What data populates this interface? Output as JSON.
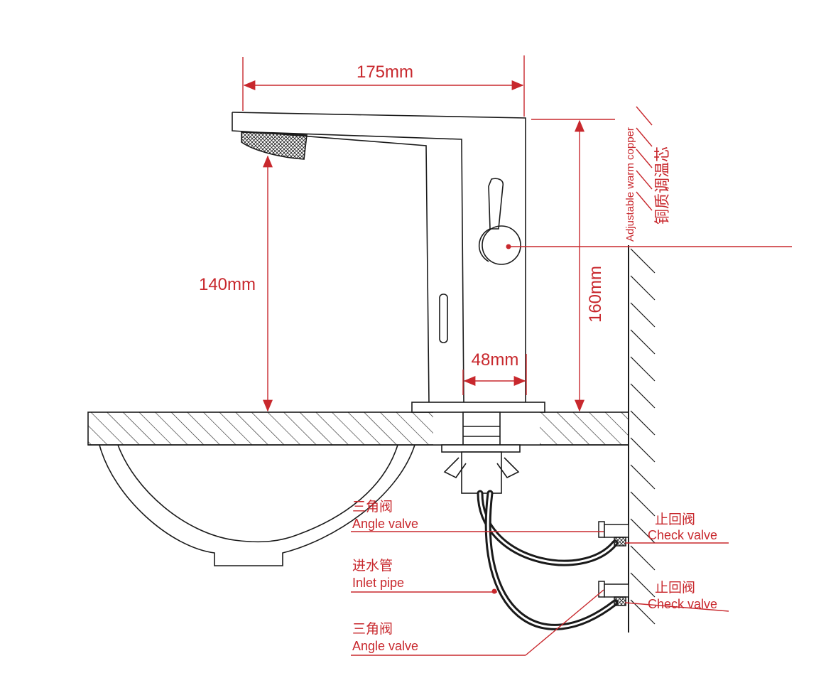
{
  "dimensions": {
    "width_label": "175mm",
    "spout_height_label": "140mm",
    "body_height_label": "160mm",
    "base_width_label": "48mm"
  },
  "callouts": {
    "cartridge_en": "Adjustable warm copper",
    "cartridge_cn": "铜质调温芯",
    "angle_valve_upper_cn": "三角阀",
    "angle_valve_upper_en": "Angle valve",
    "inlet_pipe_cn": "进水管",
    "inlet_pipe_en": "Inlet pipe",
    "angle_valve_lower_cn": "三角阀",
    "angle_valve_lower_en": "Angle valve",
    "check_valve_upper_cn": "止回阀",
    "check_valve_upper_en": "Check valve",
    "check_valve_lower_cn": "止回阀",
    "check_valve_lower_en": "Check valve"
  },
  "colors": {
    "annotation": "#c8282d",
    "outline": "#1a1a1a"
  }
}
